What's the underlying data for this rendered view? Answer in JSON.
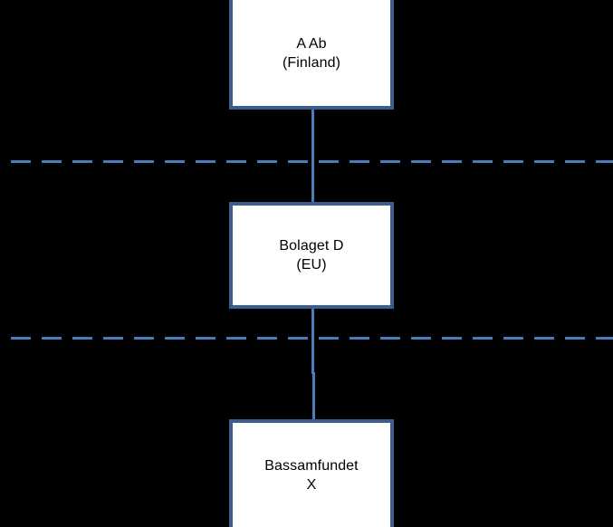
{
  "diagram": {
    "background_color": "#000000",
    "box_border_color": "#3a5f8f",
    "box_fill_color": "#ffffff",
    "line_color": "#4a7ebb",
    "text_color": "#000000",
    "nodes": [
      {
        "id": "a-ab",
        "name": "A Ab",
        "jurisdiction": "(Finland)",
        "label": "A Ab\n(Finland)"
      },
      {
        "id": "bolaget-d",
        "name": "Bolaget D",
        "jurisdiction": "(EU)",
        "label": "Bolaget D\n(EU)"
      },
      {
        "id": "bassamfundet-x",
        "name": "Bassamfundet",
        "jurisdiction": "X",
        "label": "Bassamfundet\nX"
      }
    ],
    "connectors": [
      {
        "id": "a-ab-to-bolaget-d",
        "from": "a-ab",
        "to": "bolaget-d",
        "style": "solid"
      },
      {
        "id": "bolaget-d-to-bassamfundet-x",
        "from": "bolaget-d",
        "to": "bassamfundet-x",
        "style": "solid"
      }
    ],
    "boundaries": [
      {
        "id": "boundary-upper",
        "style": "dashed"
      },
      {
        "id": "boundary-lower",
        "style": "dashed"
      }
    ]
  }
}
